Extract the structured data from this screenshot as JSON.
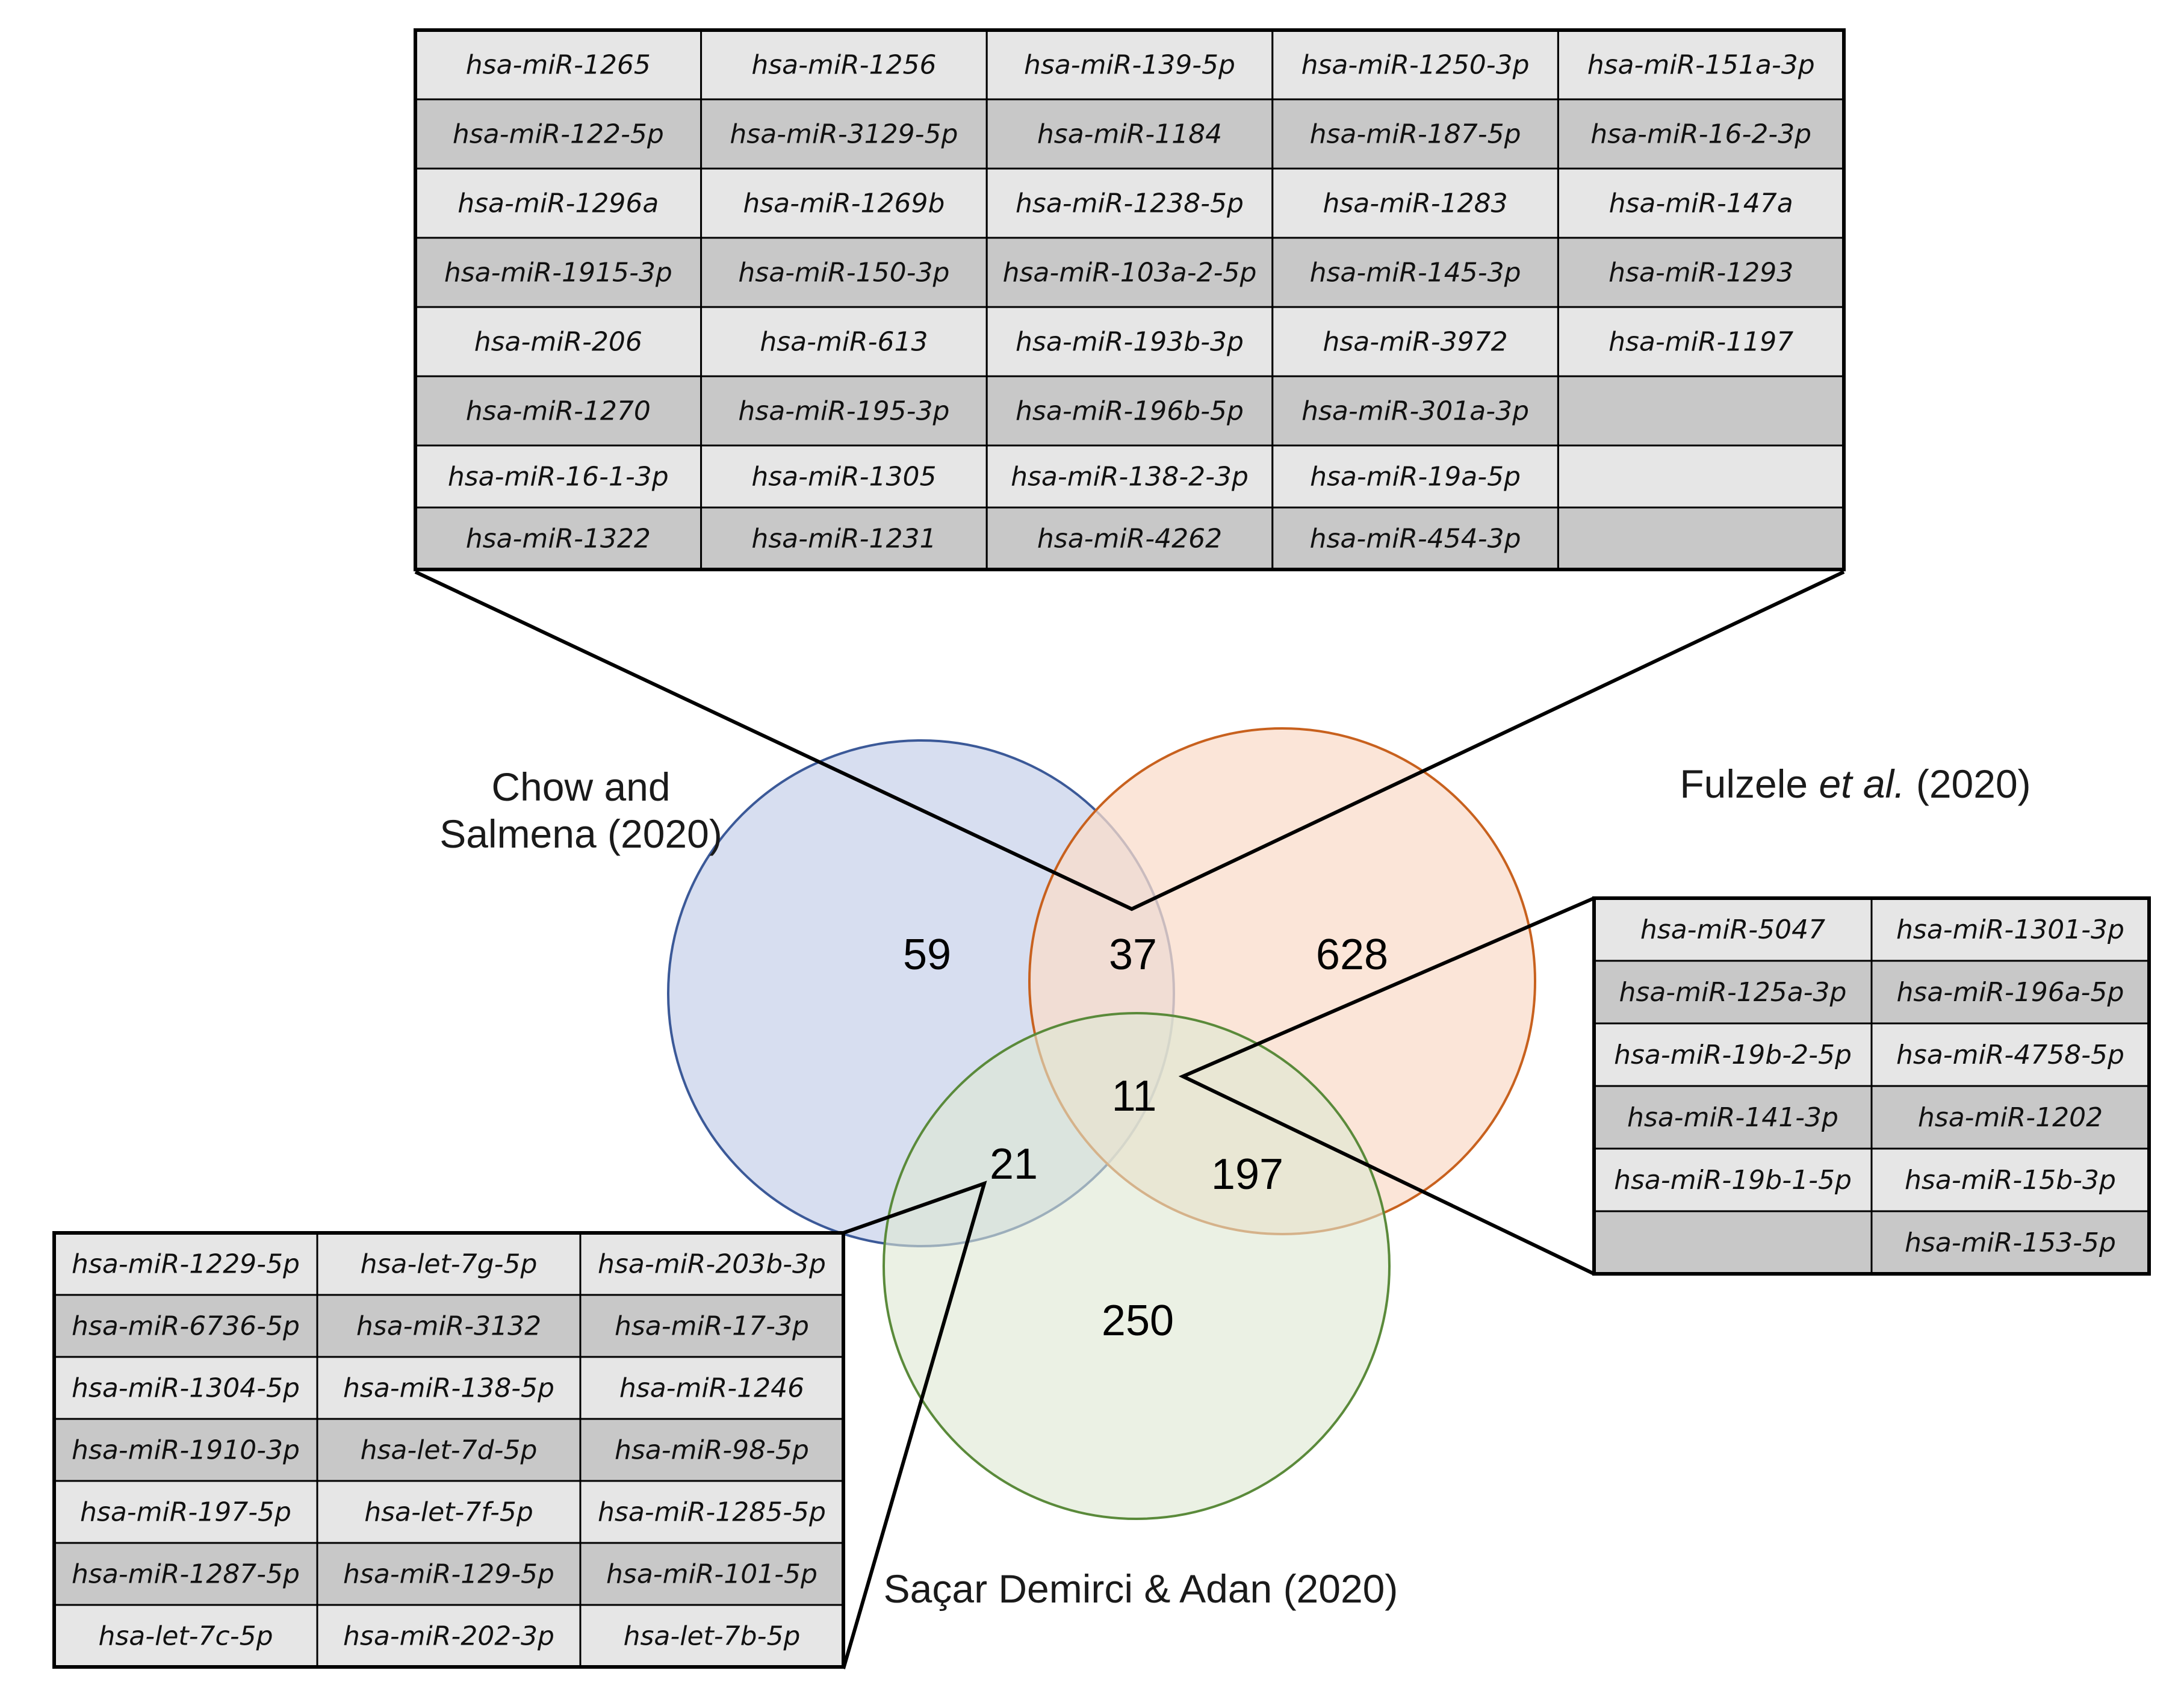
{
  "sets": {
    "chow": {
      "line1": "Chow and",
      "line2": "Salmena (2020)"
    },
    "fulzele": {
      "pre": "Fulzele ",
      "italic": "et al.",
      "post": " (2020)"
    },
    "sacar": {
      "label": "Saçar Demirci & Adan (2020)"
    }
  },
  "regions": {
    "chow_only": "59",
    "chow_fulzele": "37",
    "fulzele_only": "628",
    "all_three": "11",
    "chow_sacar": "21",
    "fulzele_sacar": "197",
    "sacar_only": "250"
  },
  "colors": {
    "chow_fill": "#d5dcef",
    "chow_stroke": "#3b5998",
    "fulzele_fill": "#f9dccb",
    "fulzele_stroke": "#c8611e",
    "sacar_fill": "#dde8d2",
    "sacar_stroke": "#5a8a3a",
    "row_light": "#e6e6e6",
    "row_dark": "#c8c8c8"
  },
  "tables": {
    "top": {
      "rows": [
        [
          "hsa-miR-1265",
          "hsa-miR-1256",
          "hsa-miR-139-5p",
          "hsa-miR-1250-3p",
          "hsa-miR-151a-3p"
        ],
        [
          "hsa-miR-122-5p",
          "hsa-miR-3129-5p",
          "hsa-miR-1184",
          "hsa-miR-187-5p",
          "hsa-miR-16-2-3p"
        ],
        [
          "hsa-miR-1296a",
          "hsa-miR-1269b",
          "hsa-miR-1238-5p",
          "hsa-miR-1283",
          "hsa-miR-147a"
        ],
        [
          "hsa-miR-1915-3p",
          "hsa-miR-150-3p",
          "hsa-miR-103a-2-5p",
          "hsa-miR-145-3p",
          "hsa-miR-1293"
        ],
        [
          "hsa-miR-206",
          "hsa-miR-613",
          "hsa-miR-193b-3p",
          "hsa-miR-3972",
          "hsa-miR-1197"
        ],
        [
          "hsa-miR-1270",
          "hsa-miR-195-3p",
          "hsa-miR-196b-5p",
          "hsa-miR-301a-3p",
          ""
        ],
        [
          "hsa-miR-16-1-3p",
          "hsa-miR-1305",
          "hsa-miR-138-2-3p",
          "hsa-miR-19a-5p",
          ""
        ],
        [
          "hsa-miR-1322",
          "hsa-miR-1231",
          "hsa-miR-4262",
          "hsa-miR-454-3p",
          ""
        ]
      ]
    },
    "right": {
      "rows": [
        [
          "hsa-miR-5047",
          "hsa-miR-1301-3p"
        ],
        [
          "hsa-miR-125a-3p",
          "hsa-miR-196a-5p"
        ],
        [
          "hsa-miR-19b-2-5p",
          "hsa-miR-4758-5p"
        ],
        [
          "hsa-miR-141-3p",
          "hsa-miR-1202"
        ],
        [
          "hsa-miR-19b-1-5p",
          "hsa-miR-15b-3p"
        ],
        [
          "",
          "hsa-miR-153-5p"
        ]
      ]
    },
    "bottom": {
      "rows": [
        [
          "hsa-miR-1229-5p",
          "hsa-let-7g-5p",
          "hsa-miR-203b-3p"
        ],
        [
          "hsa-miR-6736-5p",
          "hsa-miR-3132",
          "hsa-miR-17-3p"
        ],
        [
          "hsa-miR-1304-5p",
          "hsa-miR-138-5p",
          "hsa-miR-1246"
        ],
        [
          "hsa-miR-1910-3p",
          "hsa-let-7d-5p",
          "hsa-miR-98-5p"
        ],
        [
          "hsa-miR-197-5p",
          "hsa-let-7f-5p",
          "hsa-miR-1285-5p"
        ],
        [
          "hsa-miR-1287-5p",
          "hsa-miR-129-5p",
          "hsa-miR-101-5p"
        ],
        [
          "hsa-let-7c-5p",
          "hsa-miR-202-3p",
          "hsa-let-7b-5p"
        ]
      ]
    }
  }
}
